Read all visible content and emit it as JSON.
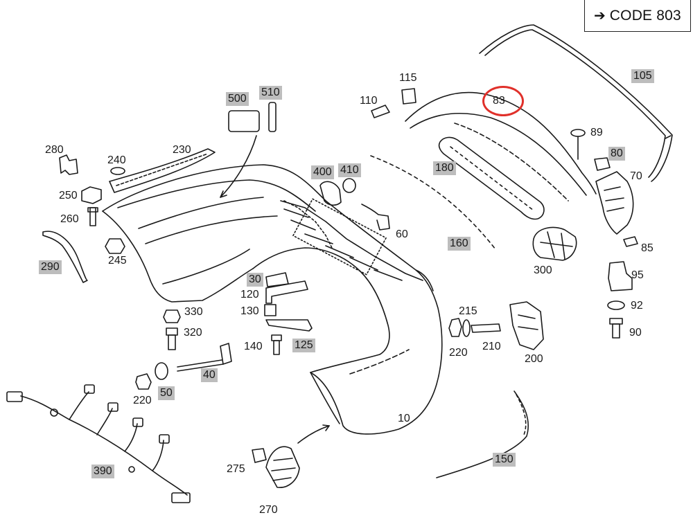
{
  "header": {
    "code_label": "CODE 803"
  },
  "highlight": {
    "part": "83",
    "ring_color": "#e0302a"
  },
  "colors": {
    "line": "#1a1a1a",
    "shade": "#bdbdbd"
  },
  "labels": [
    {
      "id": "105",
      "text": "105",
      "shaded": true
    },
    {
      "id": "115",
      "text": "115",
      "shaded": false
    },
    {
      "id": "110",
      "text": "110",
      "shaded": false
    },
    {
      "id": "500",
      "text": "500",
      "shaded": true
    },
    {
      "id": "510",
      "text": "510",
      "shaded": true
    },
    {
      "id": "89",
      "text": "89",
      "shaded": false
    },
    {
      "id": "80",
      "text": "80",
      "shaded": true
    },
    {
      "id": "70",
      "text": "70",
      "shaded": false
    },
    {
      "id": "280",
      "text": "280",
      "shaded": false
    },
    {
      "id": "230",
      "text": "230",
      "shaded": false
    },
    {
      "id": "240",
      "text": "240",
      "shaded": false
    },
    {
      "id": "400",
      "text": "400",
      "shaded": true
    },
    {
      "id": "410",
      "text": "410",
      "shaded": true
    },
    {
      "id": "180",
      "text": "180",
      "shaded": true
    },
    {
      "id": "250",
      "text": "250",
      "shaded": false
    },
    {
      "id": "260",
      "text": "260",
      "shaded": false
    },
    {
      "id": "60",
      "text": "60",
      "shaded": false
    },
    {
      "id": "160",
      "text": "160",
      "shaded": true
    },
    {
      "id": "85",
      "text": "85",
      "shaded": false
    },
    {
      "id": "245",
      "text": "245",
      "shaded": false
    },
    {
      "id": "290",
      "text": "290",
      "shaded": true
    },
    {
      "id": "300",
      "text": "300",
      "shaded": false
    },
    {
      "id": "30",
      "text": "30",
      "shaded": true
    },
    {
      "id": "95",
      "text": "95",
      "shaded": false
    },
    {
      "id": "120",
      "text": "120",
      "shaded": false
    },
    {
      "id": "92",
      "text": "92",
      "shaded": false
    },
    {
      "id": "330",
      "text": "330",
      "shaded": false
    },
    {
      "id": "130",
      "text": "130",
      "shaded": false
    },
    {
      "id": "215",
      "text": "215",
      "shaded": false
    },
    {
      "id": "90",
      "text": "90",
      "shaded": false
    },
    {
      "id": "320",
      "text": "320",
      "shaded": false
    },
    {
      "id": "140",
      "text": "140",
      "shaded": false
    },
    {
      "id": "125",
      "text": "125",
      "shaded": true
    },
    {
      "id": "220a",
      "text": "220",
      "shaded": false
    },
    {
      "id": "210",
      "text": "210",
      "shaded": false
    },
    {
      "id": "200",
      "text": "200",
      "shaded": false
    },
    {
      "id": "40",
      "text": "40",
      "shaded": true
    },
    {
      "id": "220b",
      "text": "220",
      "shaded": false
    },
    {
      "id": "50",
      "text": "50",
      "shaded": true
    },
    {
      "id": "10",
      "text": "10",
      "shaded": false
    },
    {
      "id": "150",
      "text": "150",
      "shaded": true
    },
    {
      "id": "390",
      "text": "390",
      "shaded": true
    },
    {
      "id": "275",
      "text": "275",
      "shaded": false
    },
    {
      "id": "270",
      "text": "270",
      "shaded": false
    }
  ]
}
